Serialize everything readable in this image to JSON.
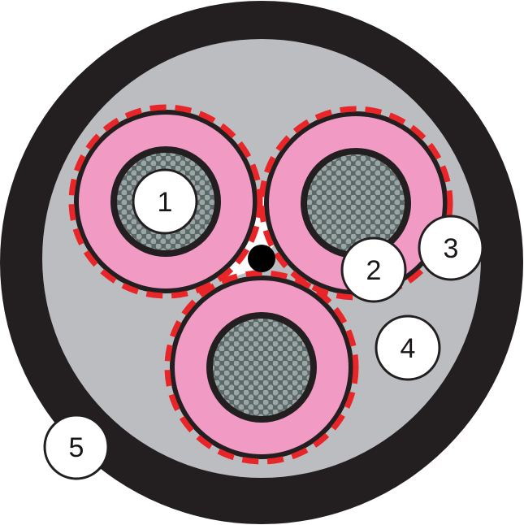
{
  "diagram": {
    "colors": {
      "outer_sheath": "#231f20",
      "bedding": "#bcbdc0",
      "insulation": "#f19ac4",
      "conductor": "#5a6968",
      "conductor_mesh": "#9aa5a4",
      "screen_tape": "#e8262a",
      "outline": "#231f20",
      "filler": "#ffffff",
      "earth_wire": "#000000",
      "label_fill": "#ffffff",
      "label_stroke": "#231f20"
    },
    "labels": [
      {
        "text": "1"
      },
      {
        "text": "2"
      },
      {
        "text": "3"
      },
      {
        "text": "4"
      },
      {
        "text": "5"
      }
    ]
  }
}
